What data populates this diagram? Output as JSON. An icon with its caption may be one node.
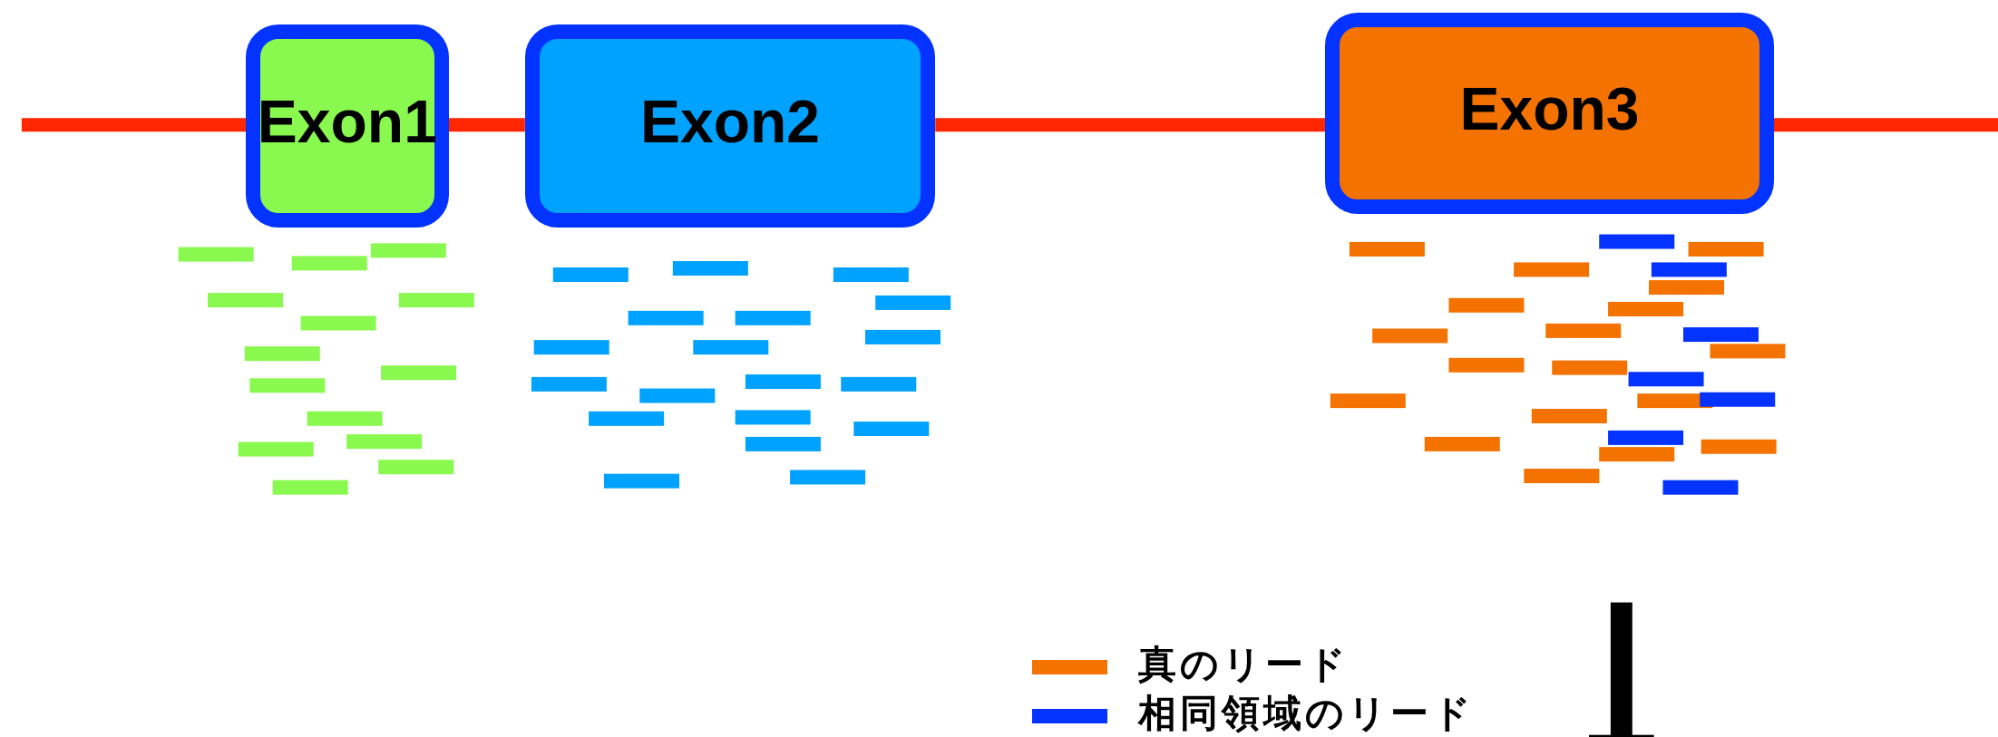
{
  "diagram": {
    "nodes": [
      {
        "text": [
          "Exon1"
        ]
      },
      {
        "text": [
          "Exon2"
        ]
      },
      {
        "text": [
          "Exon3"
        ]
      }
    ],
    "edges": [
      {
        "from": null,
        "to": 0,
        "arrow": "none"
      },
      {
        "from": 0,
        "to": 1,
        "arrow": "none"
      },
      {
        "from": 1,
        "to": 2,
        "arrow": "none"
      },
      {
        "from": 2,
        "to": null,
        "arrow": "none"
      }
    ],
    "legend": [
      {
        "text": "真のリード",
        "color": "#f47300"
      },
      {
        "text": "相同領域のリード",
        "color": "#0433ff"
      }
    ]
  }
}
